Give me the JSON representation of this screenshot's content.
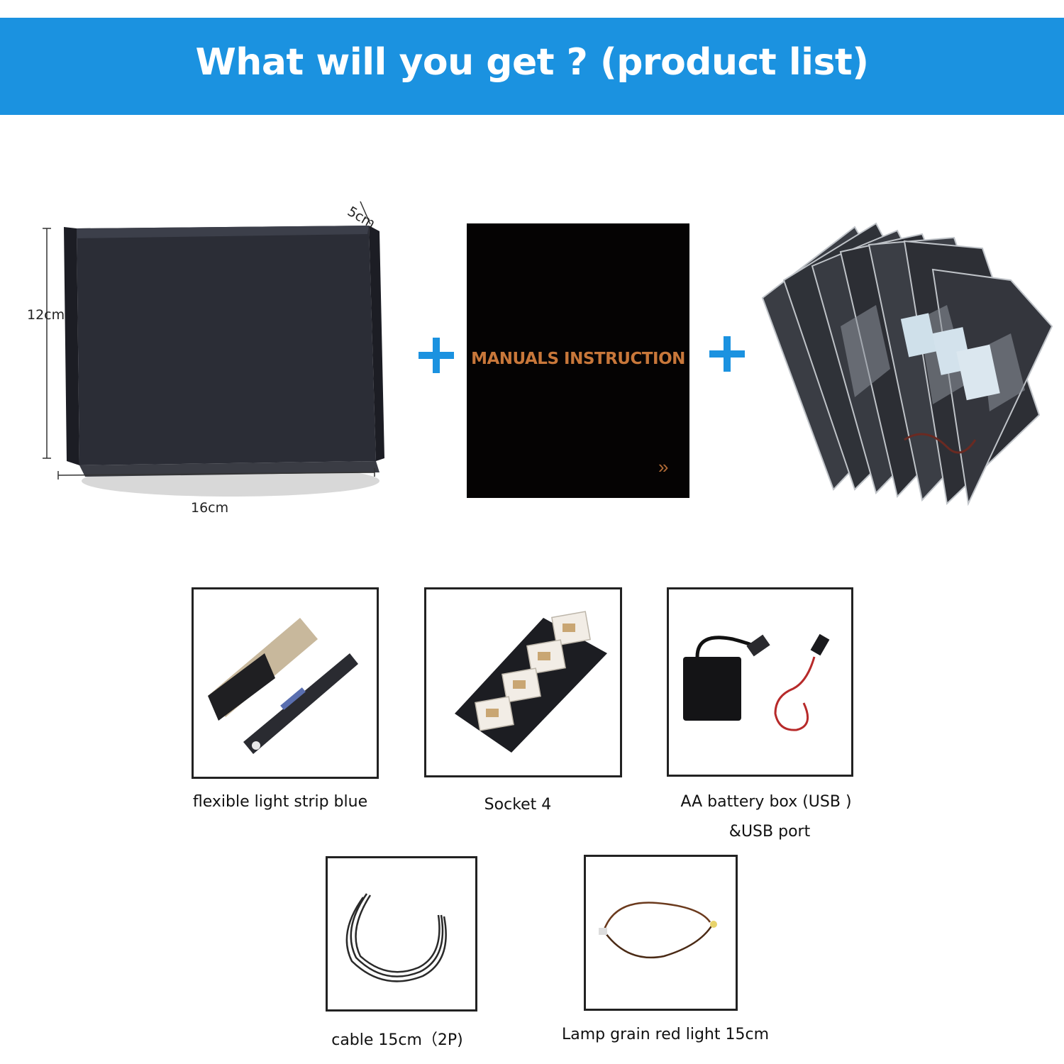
{
  "banner": {
    "title": "What will you get ? (product list)",
    "color": "#1b92e0"
  },
  "box": {
    "width_label": "16cm",
    "height_label": "12cm",
    "depth_label": "5cm"
  },
  "manual": {
    "title": "MANUALS INSTRUCTION",
    "arrow": "»",
    "title_color": "#c8773a"
  },
  "bags": {
    "label_text": "",
    "icon": "anti-static-bags"
  },
  "items": [
    {
      "caption": "flexible light strip blue",
      "icon": "light-strip-icon"
    },
    {
      "caption": "Socket 4",
      "icon": "socket-board-icon"
    },
    {
      "caption": "AA battery box (USB )",
      "caption2": "&USB port",
      "icon": "battery-box-icon"
    },
    {
      "caption": "cable 15cm（2P)",
      "icon": "cable-icon"
    },
    {
      "caption": "Lamp grain red light 15cm",
      "icon": "lamp-grain-icon"
    }
  ]
}
